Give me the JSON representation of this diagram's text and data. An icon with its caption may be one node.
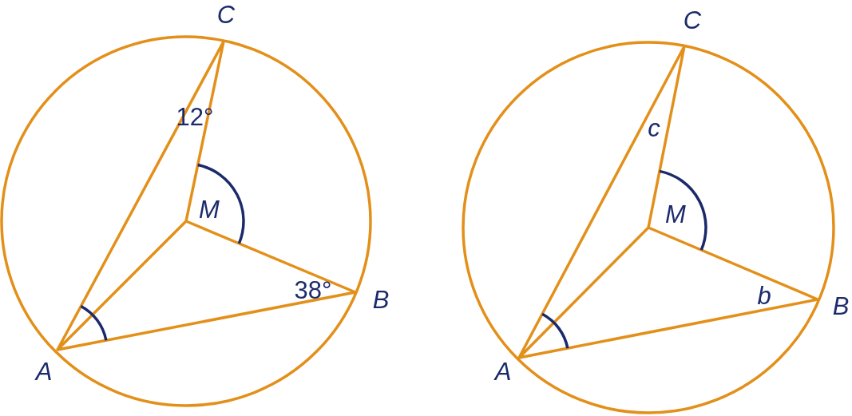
{
  "diagram": {
    "labels": [
      "C",
      "12°",
      "M",
      "38°",
      "B",
      "A",
      "C",
      "c",
      "M",
      "b",
      "B",
      "A"
    ]
  }
}
